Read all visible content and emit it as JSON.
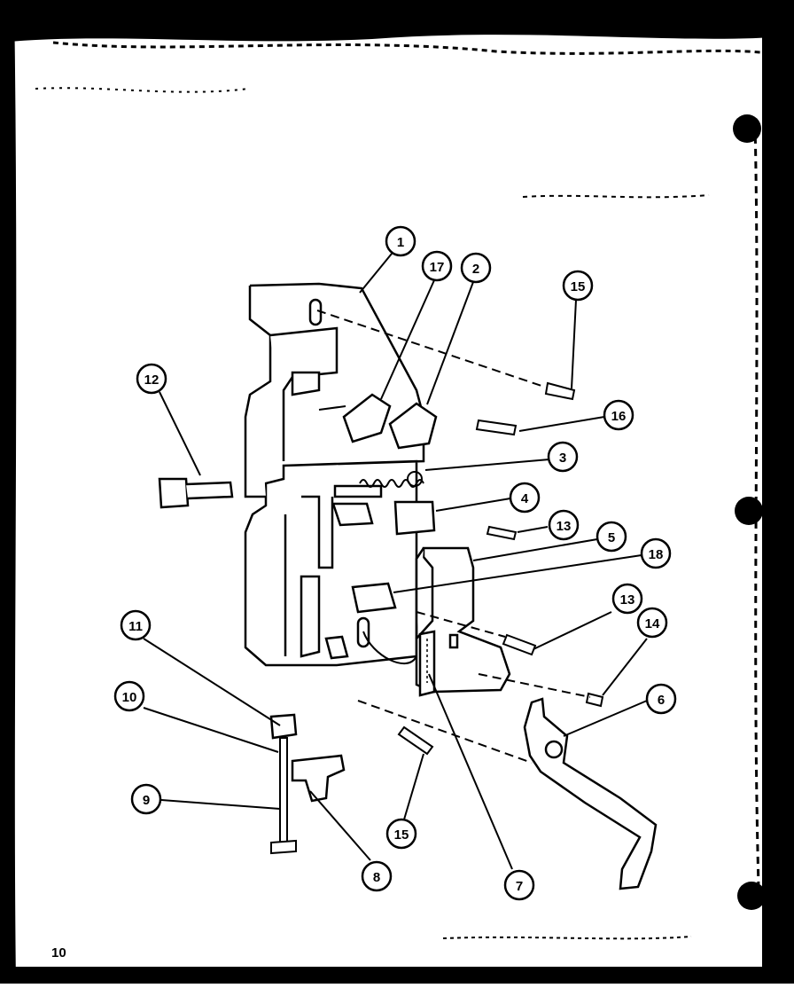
{
  "page_number": "10",
  "callouts": [
    {
      "id": "c1",
      "label": "1"
    },
    {
      "id": "c17",
      "label": "17"
    },
    {
      "id": "c2",
      "label": "2"
    },
    {
      "id": "c15a",
      "label": "15"
    },
    {
      "id": "c12",
      "label": "12"
    },
    {
      "id": "c16",
      "label": "16"
    },
    {
      "id": "c3",
      "label": "3"
    },
    {
      "id": "c4",
      "label": "4"
    },
    {
      "id": "c13a",
      "label": "13"
    },
    {
      "id": "c5",
      "label": "5"
    },
    {
      "id": "c18",
      "label": "18"
    },
    {
      "id": "c13b",
      "label": "13"
    },
    {
      "id": "c14",
      "label": "14"
    },
    {
      "id": "c6",
      "label": "6"
    },
    {
      "id": "c11",
      "label": "11"
    },
    {
      "id": "c10",
      "label": "10"
    },
    {
      "id": "c9",
      "label": "9"
    },
    {
      "id": "c8",
      "label": "8"
    },
    {
      "id": "c15b",
      "label": "15"
    },
    {
      "id": "c7",
      "label": "7"
    }
  ]
}
